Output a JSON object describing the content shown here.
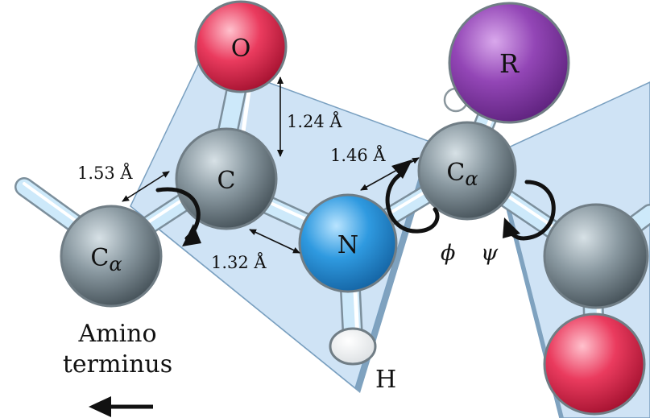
{
  "atoms": {
    "o_top": "O",
    "c_carbonyl": "C",
    "n_amide": "N",
    "r_group": "R",
    "h_amide": "H",
    "ca_left": {
      "base": "C",
      "sub": "α"
    },
    "ca_right": {
      "base": "C",
      "sub": "α"
    }
  },
  "bond_lengths": {
    "c_o": "1.24 Å",
    "ca_c": "1.53 Å",
    "n_ca": "1.46 Å",
    "c_n": "1.32 Å"
  },
  "angles": {
    "phi": "ϕ",
    "psi": "ψ"
  },
  "terminus_label": {
    "line1": "Amino",
    "line2": "terminus"
  },
  "colors": {
    "plane_fill": "#cfe3f5",
    "plane_stroke": "#7aa0c0",
    "carbon": "#6f8088",
    "oxygen": "#e0254a",
    "nitrogen": "#2a8fd8",
    "r_group": "#8b3fae",
    "hydrogen": "#ffffff",
    "bond_fill": "#cde9fa",
    "bond_stroke": "#7c8f9c"
  }
}
